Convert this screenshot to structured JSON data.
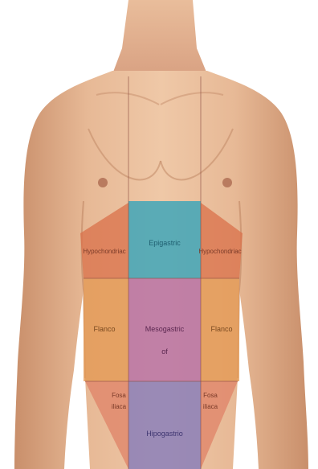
{
  "regions": {
    "epigastric": {
      "label": "Epigastric",
      "color": "#3fa6b8"
    },
    "hypochondriac_right": {
      "label": "Hypochondriac",
      "color": "#d9704a"
    },
    "hypochondriac_left": {
      "label": "Hypochondriac",
      "color": "#d9704a"
    },
    "umbilical": {
      "label_line1": "Mesogastric",
      "label_line2": "of",
      "color": "#b873a6"
    },
    "flank_right": {
      "label": "Flanco",
      "color": "#e49a55"
    },
    "flank_left": {
      "label": "Flanco",
      "color": "#e49a55"
    },
    "iliac_right": {
      "label_line1": "Fosa",
      "label_line2": "iliaca",
      "color": "#e0866a"
    },
    "iliac_left": {
      "label_line1": "Fosa",
      "label_line2": "iliaca",
      "color": "#e0866a"
    },
    "hypogastric": {
      "label": "Hipogastrio",
      "color": "#8b7fb8"
    }
  }
}
